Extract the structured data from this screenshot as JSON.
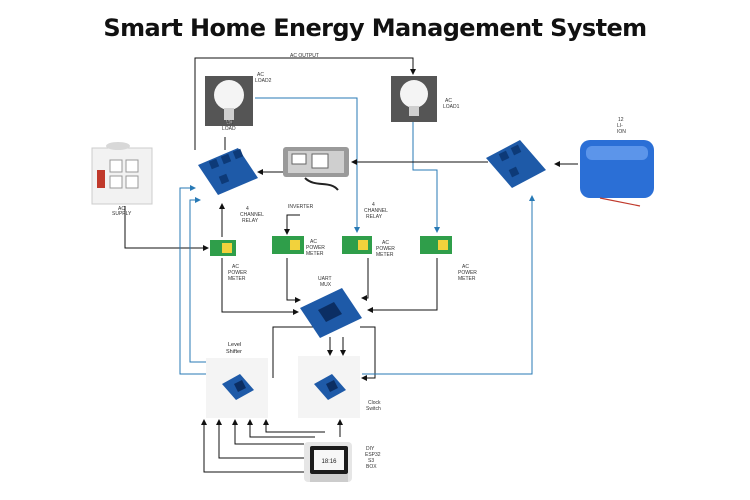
{
  "title": "Smart Home Energy Management System",
  "labels": {
    "ac_output": "AC OUTPUT",
    "ac_load2": [
      "AC",
      "LOAD2"
    ],
    "ac_load2_out": [
      "AC",
      "LOAD"
    ],
    "ac_load1": [
      "AC",
      "LOAD1"
    ],
    "ac_supply": [
      "AC",
      "SUPPLY"
    ],
    "relay_4ch_left": [
      "4",
      "CHANNEL",
      "RELAY"
    ],
    "inverter": "INVERTER",
    "relay_4ch_right": [
      "4",
      "CHANNEL",
      "RELAY"
    ],
    "battery": [
      "12",
      "LI-",
      "ION"
    ],
    "meter1": [
      "AC",
      "POWER",
      "METER"
    ],
    "meter2": [
      "AC",
      "POWER",
      "METER"
    ],
    "meter3": [
      "AC",
      "POWER",
      "METER"
    ],
    "meter4": [
      "AC",
      "POWER",
      "METER"
    ],
    "uart_mux": [
      "UART",
      "MUX"
    ],
    "level_shifter": [
      "Level",
      "Shifter"
    ],
    "clock_ic": [
      "Clock",
      "Switch"
    ],
    "display": [
      "DIY",
      "ESP32",
      "S3",
      "BOX"
    ],
    "screen_time": "18:16"
  },
  "colors": {
    "blue_wire": "#2779b5",
    "black_wire": "#111111",
    "relay_blue": "#1e5aa8",
    "meter_green": "#2f9e4a",
    "battery_blue": "#2b6fd6"
  }
}
